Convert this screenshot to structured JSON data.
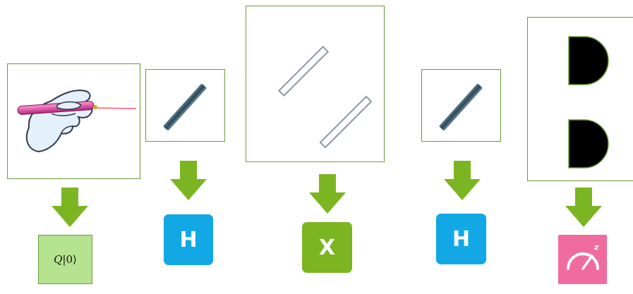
{
  "colors": {
    "panel_border": "#6a9a3a",
    "arrow": "#7cb522",
    "hadamard_gate": "#12a8e6",
    "not_gate": "#7cb522",
    "init_gate": "#b5e38f",
    "measure_gate": "#f06b9e"
  },
  "steps": [
    {
      "panel": "laser-pointer-hand-illustration",
      "gate_label_q": "Q",
      "gate_label_ket": "|0⟩",
      "gate_type": "init"
    },
    {
      "panel": "beam-splitter-filled",
      "gate_label": "H",
      "gate_type": "hadamard"
    },
    {
      "panel": "two-mirrors-outline",
      "gate_label": "X",
      "gate_type": "not"
    },
    {
      "panel": "beam-splitter-filled",
      "gate_label": "H",
      "gate_type": "hadamard"
    },
    {
      "panel": "two-detectors-black",
      "gate_label_z": "z",
      "gate_type": "measure",
      "gate_icon": "meter-gauge-icon"
    }
  ]
}
